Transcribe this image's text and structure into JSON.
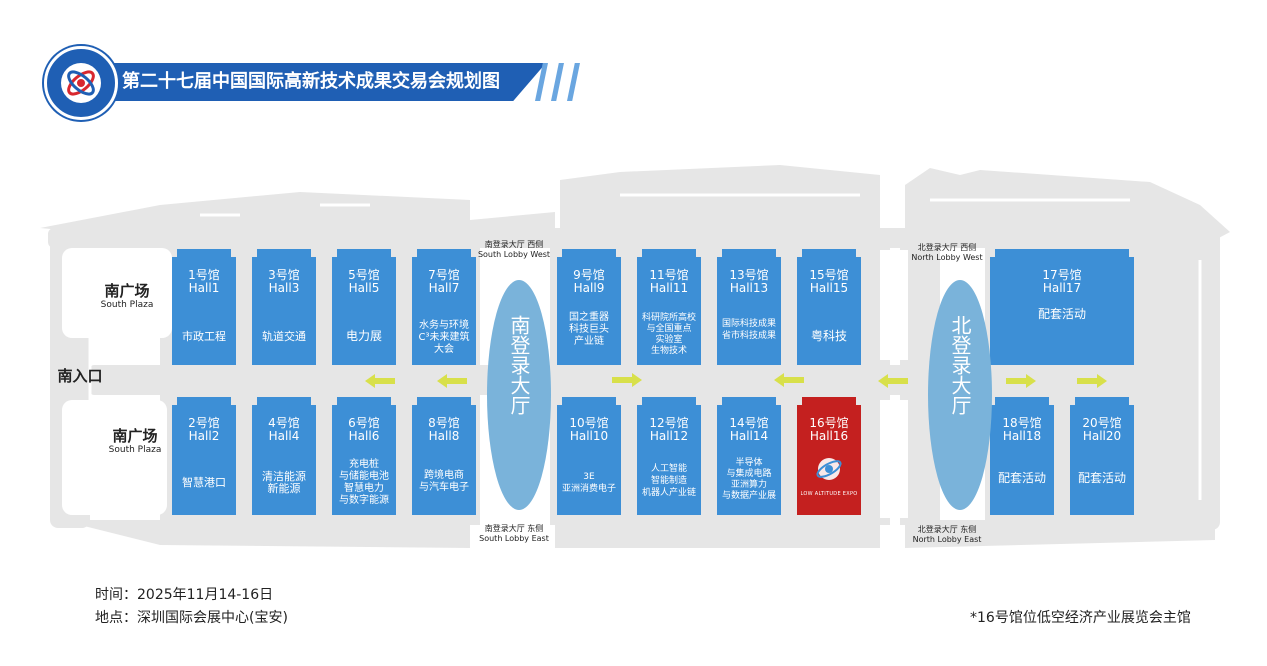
{
  "header": {
    "title": "第二十七届中国国际高新技术成果交易会规划图"
  },
  "halls": [
    {
      "num": "1号馆",
      "en": "Hall1",
      "desc": [
        "市政工程"
      ]
    },
    {
      "num": "3号馆",
      "en": "Hall3",
      "desc": [
        "轨道交通"
      ]
    },
    {
      "num": "5号馆",
      "en": "Hall5",
      "desc": [
        "电力展"
      ]
    },
    {
      "num": "7号馆",
      "en": "Hall7",
      "desc": [
        "水务与环境",
        "C³未来建筑",
        "大会"
      ]
    },
    {
      "num": "9号馆",
      "en": "Hall9",
      "desc": [
        "国之重器",
        "科技巨头",
        "产业链"
      ]
    },
    {
      "num": "11号馆",
      "en": "Hall11",
      "desc": [
        "科研院所高校",
        "与全国重点",
        "实验室",
        "生物技术"
      ]
    },
    {
      "num": "13号馆",
      "en": "Hall13",
      "desc": [
        "国际科技成果",
        "省市科技成果"
      ]
    },
    {
      "num": "15号馆",
      "en": "Hall15",
      "desc": [
        "粤科技"
      ]
    },
    {
      "num": "17号馆",
      "en": "Hall17",
      "desc": [
        "配套活动"
      ]
    },
    {
      "num": "2号馆",
      "en": "Hall2",
      "desc": [
        "智慧港口"
      ]
    },
    {
      "num": "4号馆",
      "en": "Hall4",
      "desc": [
        "清洁能源",
        "新能源"
      ]
    },
    {
      "num": "6号馆",
      "en": "Hall6",
      "desc": [
        "充电桩",
        "与储能电池",
        "智慧电力",
        "与数字能源"
      ]
    },
    {
      "num": "8号馆",
      "en": "Hall8",
      "desc": [
        "跨境电商",
        "与汽车电子"
      ]
    },
    {
      "num": "10号馆",
      "en": "Hall10",
      "desc": [
        "3E",
        "亚洲消费电子"
      ]
    },
    {
      "num": "12号馆",
      "en": "Hall12",
      "desc": [
        "人工智能",
        "智能制造",
        "机器人产业链"
      ]
    },
    {
      "num": "14号馆",
      "en": "Hall14",
      "desc": [
        "半导体",
        "与集成电路",
        "亚洲算力",
        "与数据产业展"
      ]
    },
    {
      "num": "16号馆",
      "en": "Hall16",
      "desc": [
        "LOW ALTITUDE EXPO"
      ]
    },
    {
      "num": "18号馆",
      "en": "Hall18",
      "desc": [
        "配套活动"
      ]
    },
    {
      "num": "20号馆",
      "en": "Hall20",
      "desc": [
        "配套活动"
      ]
    }
  ],
  "lobbies": {
    "south": {
      "name": "南登录大厅",
      "west_cn": "南登录大厅 西侧",
      "west_en": "South Lobby West",
      "east_cn": "南登录大厅 东侧",
      "east_en": "South Lobby East"
    },
    "north": {
      "name": "北登录大厅",
      "west_cn": "北登录大厅 西侧",
      "west_en": "North Lobby West",
      "east_cn": "北登录大厅 东侧",
      "east_en": "North Lobby East"
    }
  },
  "plazas": [
    {
      "cn": "南广场",
      "en": "South Plaza"
    },
    {
      "cn": "南广场",
      "en": "South Plaza"
    }
  ],
  "south_entrance": "南入口",
  "footer": {
    "time": "时间：2025年11月14-16日",
    "place": "地点：深圳国际会展中心(宝安)",
    "note": "*16号馆位低空经济产业展览会主馆"
  },
  "colors": {
    "hall": "#3d8fd6",
    "hall_highlight": "#c4201f",
    "lobby": "#7ab3da",
    "arrow": "#d8e04a",
    "header": "#1f5fb4",
    "ground": "#e4e4e4"
  }
}
